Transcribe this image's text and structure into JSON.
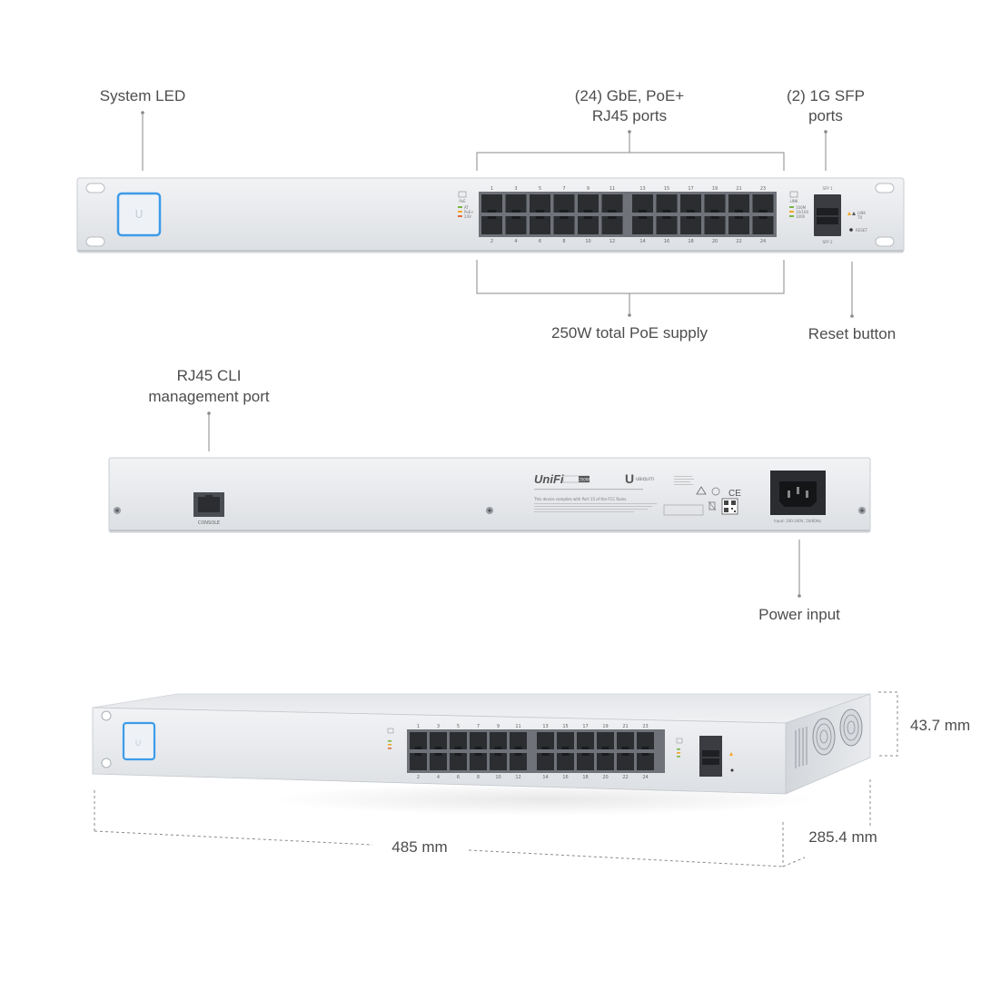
{
  "front_view": {
    "callouts": {
      "system_led": "System LED",
      "rj45_ports_line1": "(24) GbE, PoE+",
      "rj45_ports_line2": "RJ45 ports",
      "sfp_line1": "(2) 1G SFP",
      "sfp_line2": "ports",
      "poe_supply": "250W total PoE supply",
      "reset_button": "Reset button"
    },
    "panel_text": {
      "poe_icon": "PoE",
      "led_legend": [
        "AT",
        "PoE+",
        "24V"
      ],
      "link_icon": "LINK",
      "speed_legend": [
        "100M",
        "10/100",
        "1000"
      ],
      "sfp1": "SFP 1",
      "sfp2": "SFP 2",
      "sfp_legend_link": "LINK",
      "sfp_legend_tx": "TX",
      "reset": "RESET"
    },
    "port_numbers_top": [
      "1",
      "3",
      "5",
      "7",
      "9",
      "11",
      "13",
      "15",
      "17",
      "19",
      "21",
      "23"
    ],
    "port_numbers_bottom": [
      "2",
      "4",
      "6",
      "8",
      "10",
      "12",
      "14",
      "16",
      "18",
      "20",
      "22",
      "24"
    ]
  },
  "rear_view": {
    "callouts": {
      "cli_line1": "RJ45 CLI",
      "cli_line2": "management port",
      "power_input": "Power input"
    },
    "console_label": "CONSOLE",
    "brand": "UniFi",
    "model_badge": "250W",
    "maker": "UBIQUITI",
    "ce_mark": "CE",
    "power_label": "Input: 100-240V, 50/60Hz",
    "fcc_line": "This device complies with Part 15 of the FCC Rules."
  },
  "dimensions": {
    "height": "43.7 mm",
    "width": "485 mm",
    "depth": "285.4 mm"
  },
  "colors": {
    "chassis": "#e6e8eb",
    "chassis_edge": "#c9cdd2",
    "port": "#2b2d31",
    "led_ring": "#3d9be9",
    "leader_line": "#8a8a8a",
    "text": "#4d4d4d"
  }
}
